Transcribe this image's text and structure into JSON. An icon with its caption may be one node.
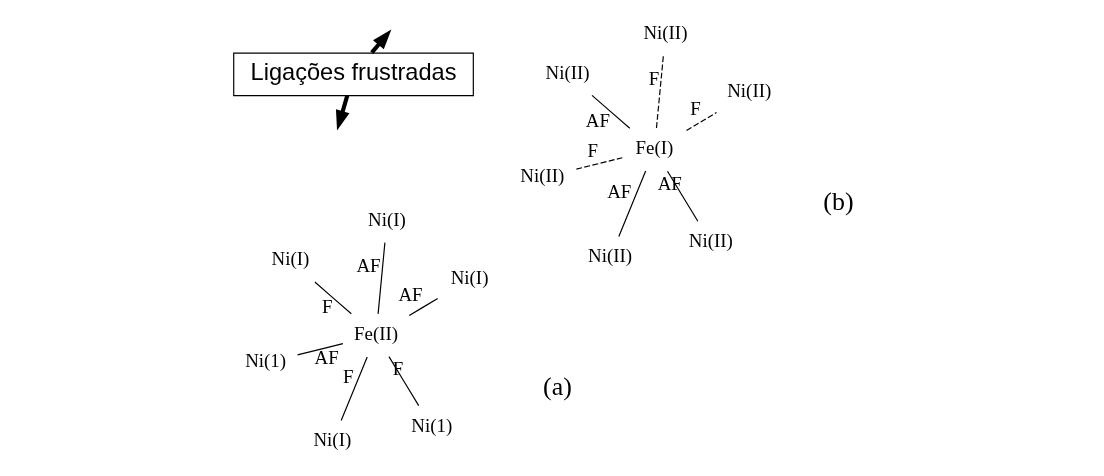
{
  "diagram": {
    "nodes": [
      {
        "text": [
          "Ni(I)"
        ]
      },
      {
        "text": [
          "Ni(I)"
        ]
      },
      {
        "text": [
          "Ni(I)"
        ]
      },
      {
        "text": [
          "Fe(II)"
        ]
      },
      {
        "text": [
          "Ni(I)"
        ]
      },
      {
        "text": [
          "Ni(1)"
        ]
      },
      {
        "text": [
          "Ni(1)"
        ]
      },
      {
        "text": [
          "Ligações frustradas"
        ]
      },
      {
        "text": [
          "Ni(II)"
        ]
      },
      {
        "text": [
          "Ni(II)"
        ]
      },
      {
        "text": [
          "Ni(II)"
        ]
      },
      {
        "text": [
          "Fe(I)"
        ]
      },
      {
        "text": [
          "Ni(II)"
        ]
      },
      {
        "text": [
          "Ni(II)"
        ]
      },
      {
        "text": [
          "Ni(II)"
        ]
      }
    ],
    "edges": [
      {
        "from": 3,
        "to": 0,
        "arrow": "none",
        "label": "F"
      },
      {
        "from": 3,
        "to": 1,
        "arrow": "none",
        "label": "AF"
      },
      {
        "from": 3,
        "to": 2,
        "arrow": "none",
        "label": "F"
      },
      {
        "from": 3,
        "to": 4,
        "arrow": "none",
        "label": "AF"
      },
      {
        "from": 3,
        "to": 5,
        "arrow": "none",
        "label": "F"
      },
      {
        "from": 3,
        "to": 6,
        "arrow": "none",
        "label": "AF"
      },
      {
        "from": 11,
        "to": 8,
        "arrow": "none",
        "label": "AF"
      },
      {
        "from": 11,
        "to": 9,
        "arrow": "none",
        "label": "F",
        "style": "dashed"
      },
      {
        "from": 11,
        "to": 10,
        "arrow": "none",
        "label": "AF"
      },
      {
        "from": 11,
        "to": 12,
        "arrow": "none",
        "label": "F",
        "style": "dashed"
      },
      {
        "from": 11,
        "to": 13,
        "arrow": "none",
        "label": "AF"
      },
      {
        "from": 11,
        "to": 14,
        "arrow": "none",
        "label": "F",
        "style": "dashed"
      },
      {
        "from": 7,
        "to": null,
        "arrow": "to",
        "style": "thick"
      },
      {
        "from": 7,
        "to": null,
        "arrow": "to",
        "style": "thick"
      }
    ],
    "labels": [
      "(a)",
      "(b)"
    ]
  }
}
